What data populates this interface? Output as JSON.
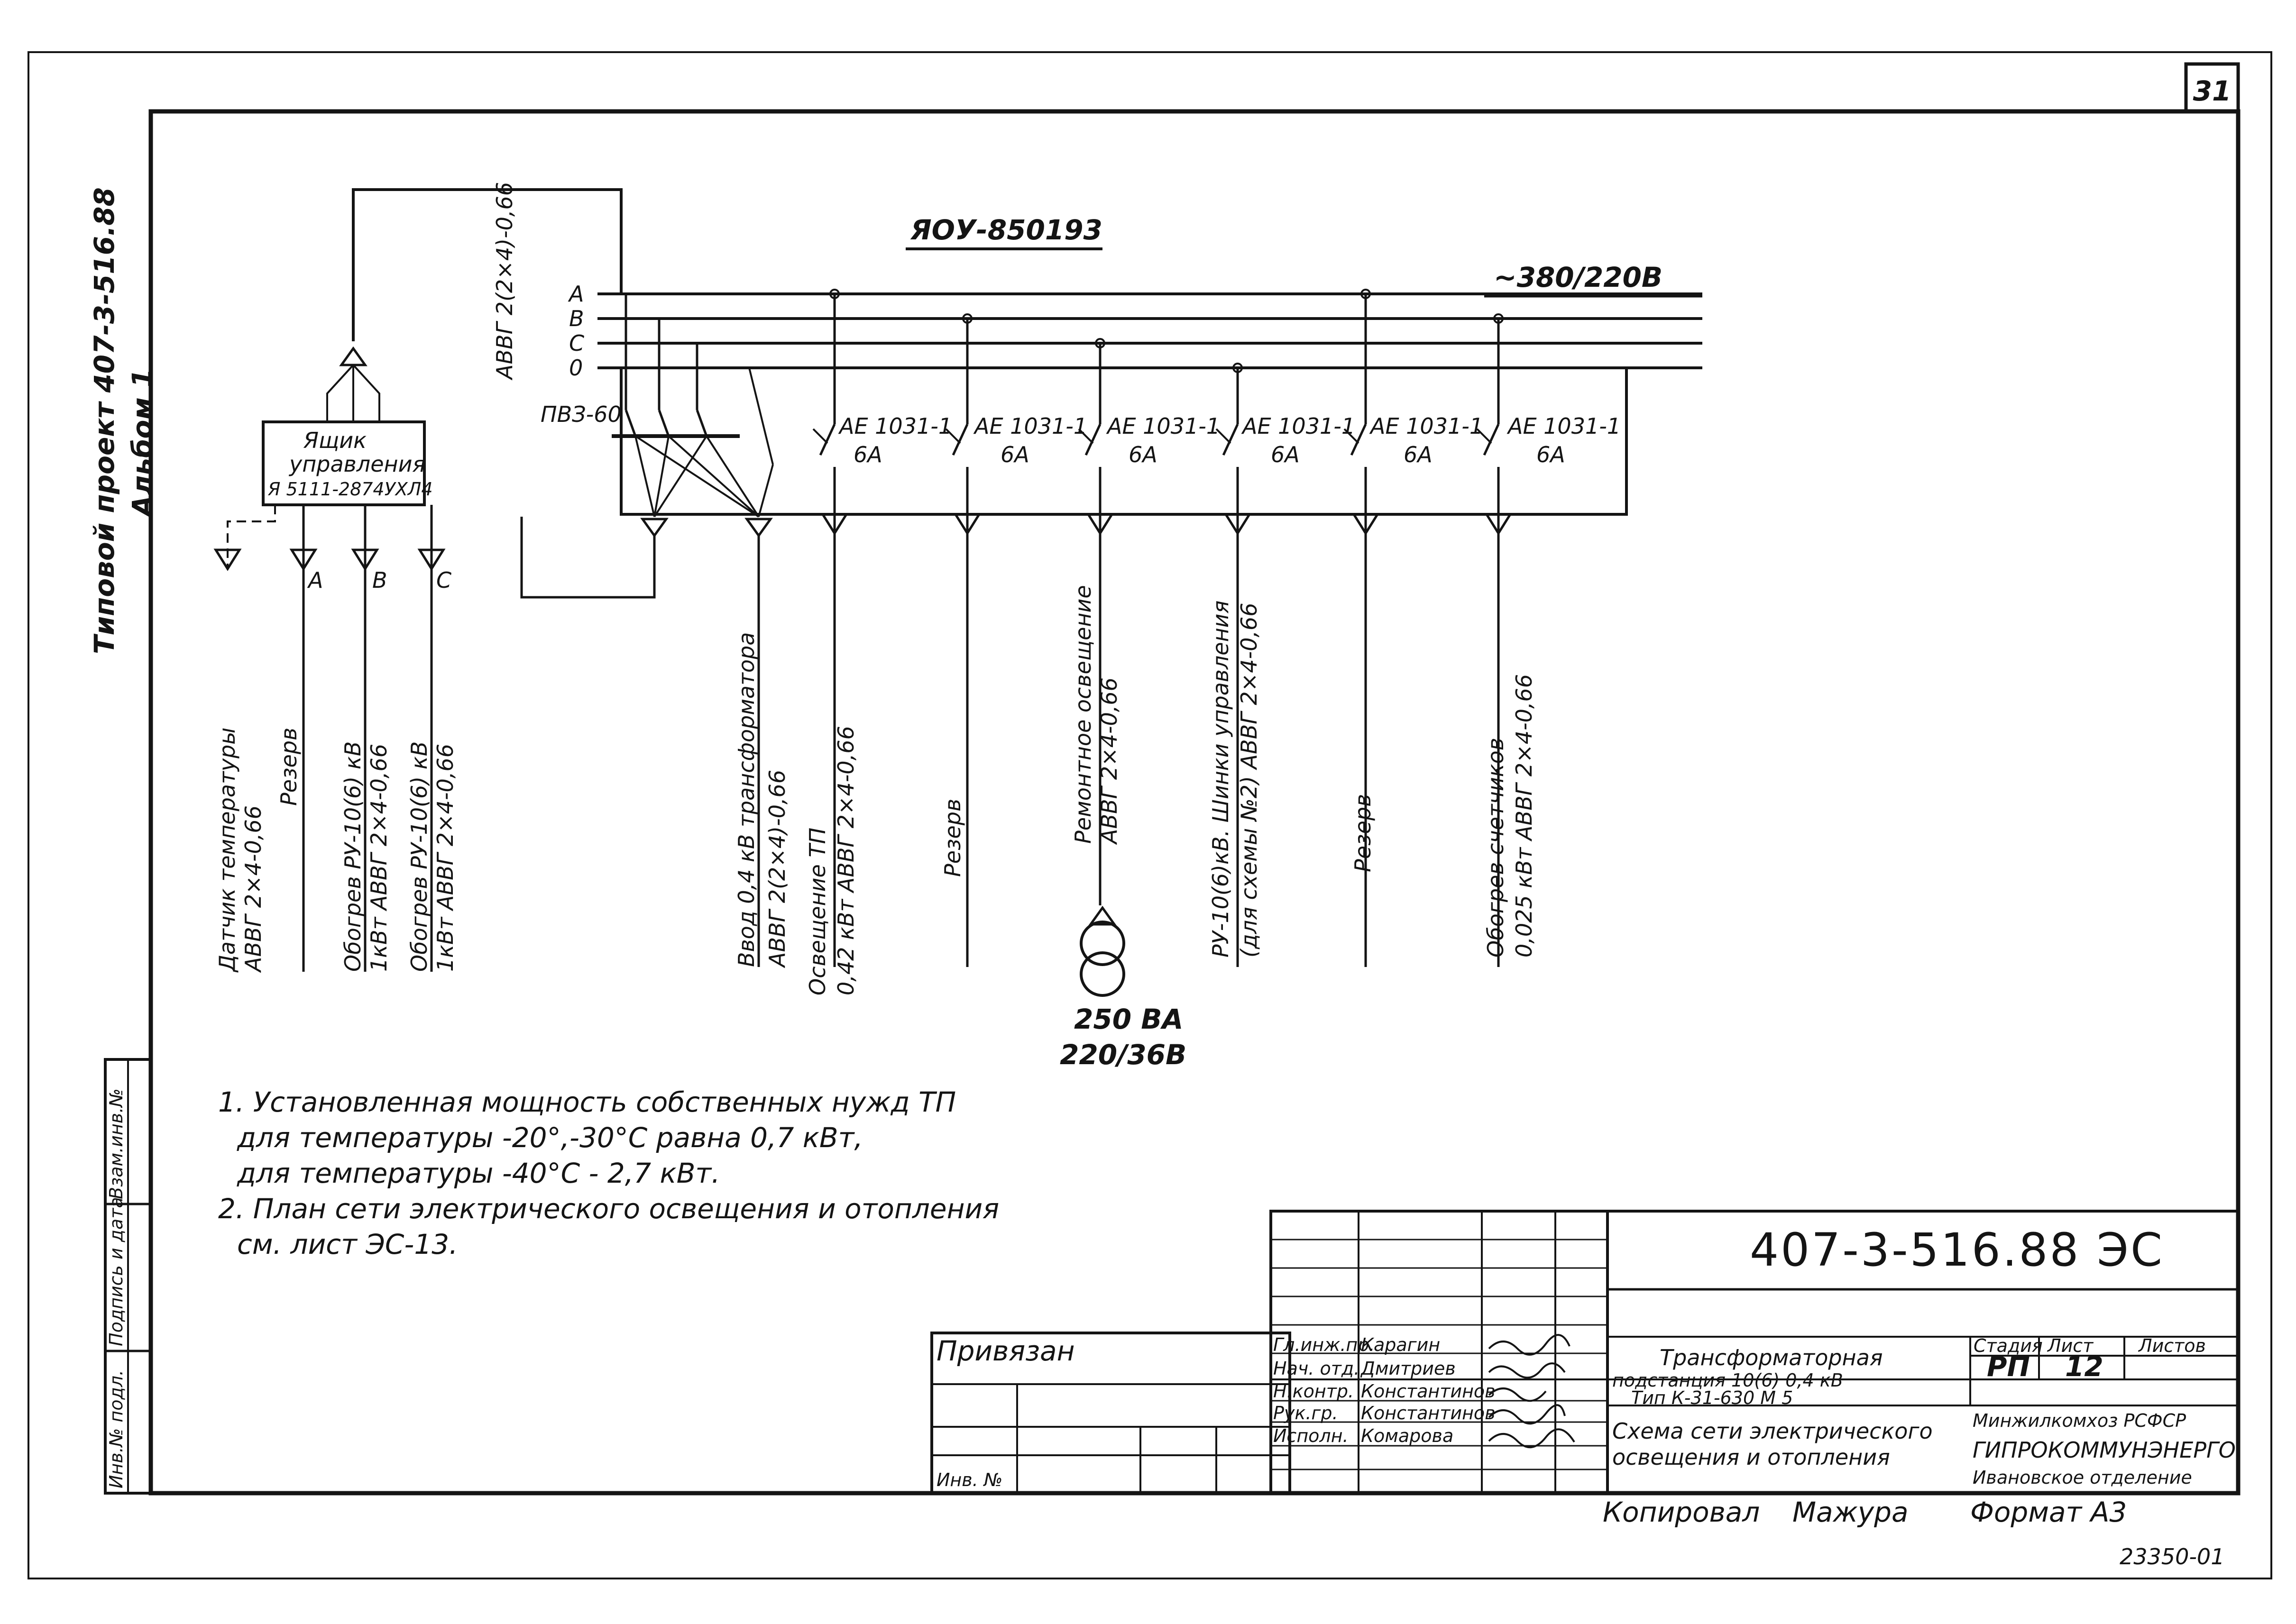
{
  "sheet_number": "31",
  "side_note": {
    "line1": "Типовой проект 407-3-516.88",
    "line2": "Альбом 1"
  },
  "panel": {
    "name": "ЯОУ-850193",
    "voltage": "~380/220В",
    "buses": [
      "А",
      "В",
      "С",
      "0"
    ],
    "switch": "ПВЗ-60",
    "feed_cable": "АВВГ 2(2×4)-0,66"
  },
  "control_box": {
    "line1": "Ящик",
    "line2": "управления",
    "line3": "Я 5111-2874УХЛ4",
    "phases": [
      "А",
      "В",
      "С"
    ]
  },
  "breakers": [
    {
      "type": "АЕ 1031-1",
      "rating": "6А"
    },
    {
      "type": "АЕ 1031-1",
      "rating": "6А"
    },
    {
      "type": "АЕ 1031-1",
      "rating": "6А"
    },
    {
      "type": "АЕ 1031-1",
      "rating": "6А"
    },
    {
      "type": "АЕ 1031-1",
      "rating": "6А"
    },
    {
      "type": "АЕ 1031-1",
      "rating": "6А"
    }
  ],
  "feeders": {
    "sensor_line1": "Датчик температуры",
    "sensor_line2": "АВВГ 2×4-0,66",
    "reserve": "Резерв",
    "heat_a_line1": "Обогрев РУ-10(6) кВ",
    "heat_a_line2": "1кВт  АВВГ 2×4-0,66",
    "heat_b_line1": "Обогрев РУ-10(6) кВ",
    "heat_b_line2": "1кВт  АВВГ 2×4-0,66",
    "input_line1": "Ввод 0,4 кВ трансформатора",
    "input_line2": "АВВГ 2(2×4)-0,66",
    "lighting_line1": "Освещение ТП",
    "lighting_line2": "0,42 кВт  АВВГ 2×4-0,66",
    "repair_line1": "Ремонтное освещение",
    "repair_line2": "АВВГ 2×4-0,66",
    "ru_line1": "РУ-10(6)кВ. Шинки управления",
    "ru_line2": "(для схемы №2) АВВГ 2×4-0,66",
    "meter_line1": "Обогрев счетчиков",
    "meter_line2": "0,025 кВт  АВВГ 2×4-0,66"
  },
  "transformer": {
    "power": "250 ВА",
    "ratio": "220/36В"
  },
  "notes": [
    "1. Установленная  мощность  собственных  нужд ТП",
    "для  температуры  -20°,-30°С  равна  0,7 кВт,",
    "для  температуры  -40°С - 2,7 кВт.",
    "2. План  сети  электрического  освещения  и  отопления",
    "см. лист  ЭС-13."
  ],
  "title_block": {
    "code": "407-3-516.88 ЭС",
    "bound_label": "Привязан",
    "inv_label": "Инв. №",
    "roles": [
      {
        "role": "Гл.инж.пр.",
        "name": "Карагин"
      },
      {
        "role": "Нач. отд.",
        "name": "Дмитриев"
      },
      {
        "role": "Н.контр.",
        "name": "Константинов"
      },
      {
        "role": "Рук.гр.",
        "name": "Константинов"
      },
      {
        "role": "Исполн.",
        "name": "Комарова"
      }
    ],
    "object_line1": "Трансформаторная",
    "object_line2": "подстанция  10(6) 0,4 кВ",
    "object_line3": "Тип К-31-630 М 5",
    "drawing_line1": "Схема сети электрического",
    "drawing_line2": "освещения и отопления",
    "stage_label": "Стадия",
    "sheet_label": "Лист",
    "sheets_label": "Листов",
    "stage": "РП",
    "sheet": "12",
    "org_line1": "Минжилкомхоз РСФСР",
    "org_line2": "ГИПРОКОММУНЭНЕРГО",
    "org_line3": "Ивановское отделение"
  },
  "left_stamp": {
    "cell1": "Взам.инв.№",
    "cell2": "Подпись и дата",
    "cell3": "Инв.№ подл."
  },
  "footer": {
    "copied_label": "Копировал",
    "copied_name": "Мажура",
    "format": "Формат А3",
    "archive": "23350-01"
  }
}
